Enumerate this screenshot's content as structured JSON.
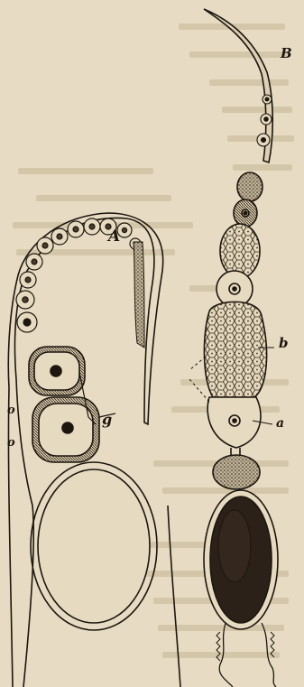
{
  "figure": {
    "labels": {
      "panel_a": "A",
      "panel_b": "B",
      "b": "b",
      "a": "a",
      "o_top": "o",
      "o_bottom": "o",
      "g": "g"
    },
    "colors": {
      "paper": "#e7dcc3",
      "ink": "#1d160f",
      "print_show_through": "#d4c7a9"
    }
  }
}
